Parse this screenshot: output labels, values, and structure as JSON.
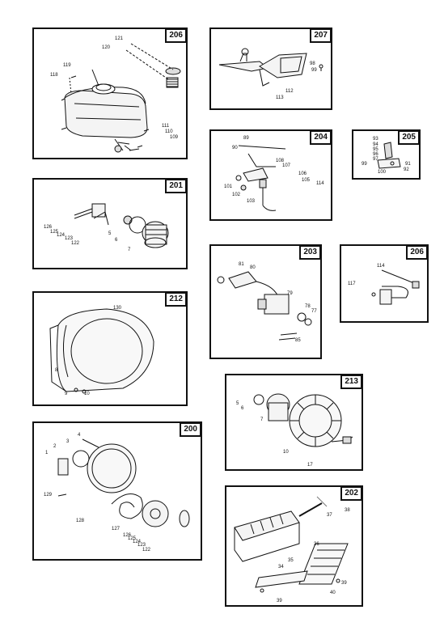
{
  "panels": {
    "p206a": {
      "id": "206",
      "labels": [
        "121",
        "120",
        "119",
        "118",
        "111",
        "110",
        "109"
      ]
    },
    "p207": {
      "id": "207",
      "labels": [
        "98",
        "99",
        "112",
        "113"
      ]
    },
    "p204": {
      "id": "204",
      "labels": [
        "89",
        "90",
        "108",
        "107",
        "106",
        "105",
        "101",
        "102",
        "103",
        "114"
      ]
    },
    "p205": {
      "id": "205",
      "labels": [
        "93",
        "94",
        "95",
        "96",
        "97",
        "99",
        "100",
        "91",
        "92"
      ]
    },
    "p201": {
      "id": "201",
      "labels": [
        "126",
        "125",
        "124",
        "123",
        "122",
        "5",
        "6",
        "7"
      ]
    },
    "p203": {
      "id": "203",
      "labels": [
        "81",
        "80",
        "79",
        "78",
        "77",
        "85"
      ]
    },
    "p206b": {
      "id": "206",
      "labels": [
        "114",
        "117"
      ]
    },
    "p212": {
      "id": "212",
      "labels": [
        "130",
        "8",
        "9",
        "10"
      ]
    },
    "p213": {
      "id": "213",
      "labels": [
        "5",
        "6",
        "7",
        "10",
        "17"
      ]
    },
    "p200": {
      "id": "200",
      "labels": [
        "4",
        "3",
        "2",
        "1",
        "129",
        "128",
        "127",
        "126",
        "125",
        "124",
        "123",
        "122"
      ]
    },
    "p202": {
      "id": "202",
      "labels": [
        "38",
        "37",
        "36",
        "35",
        "34",
        "39",
        "40",
        "39"
      ]
    }
  }
}
